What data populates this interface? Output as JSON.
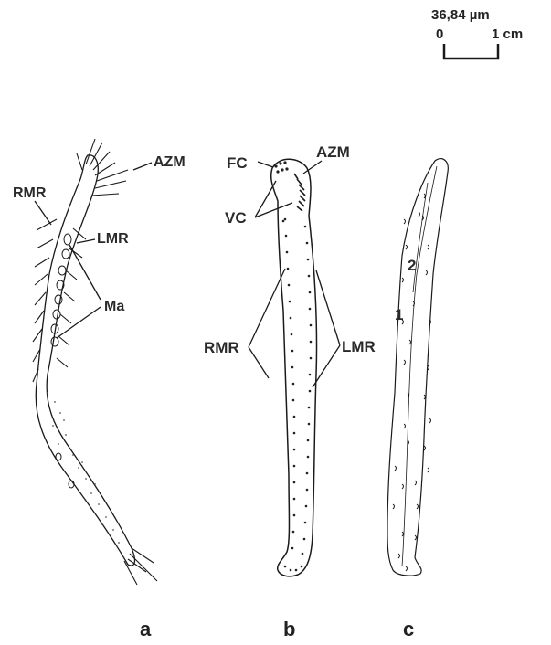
{
  "scale_bar": {
    "top_label": "36,84 µm",
    "left_label": "0",
    "right_label": "1 cm"
  },
  "panels": {
    "a": {
      "letter": "a",
      "labels": {
        "azm": "AZM",
        "rmr": "RMR",
        "lmr": "LMR",
        "ma": "Ma"
      }
    },
    "b": {
      "letter": "b",
      "labels": {
        "fc": "FC",
        "azm": "AZM",
        "vc": "VC",
        "rmr": "RMR",
        "lmr": "LMR"
      }
    },
    "c": {
      "letter": "c",
      "labels": {
        "n1": "1",
        "n2": "2"
      }
    }
  }
}
